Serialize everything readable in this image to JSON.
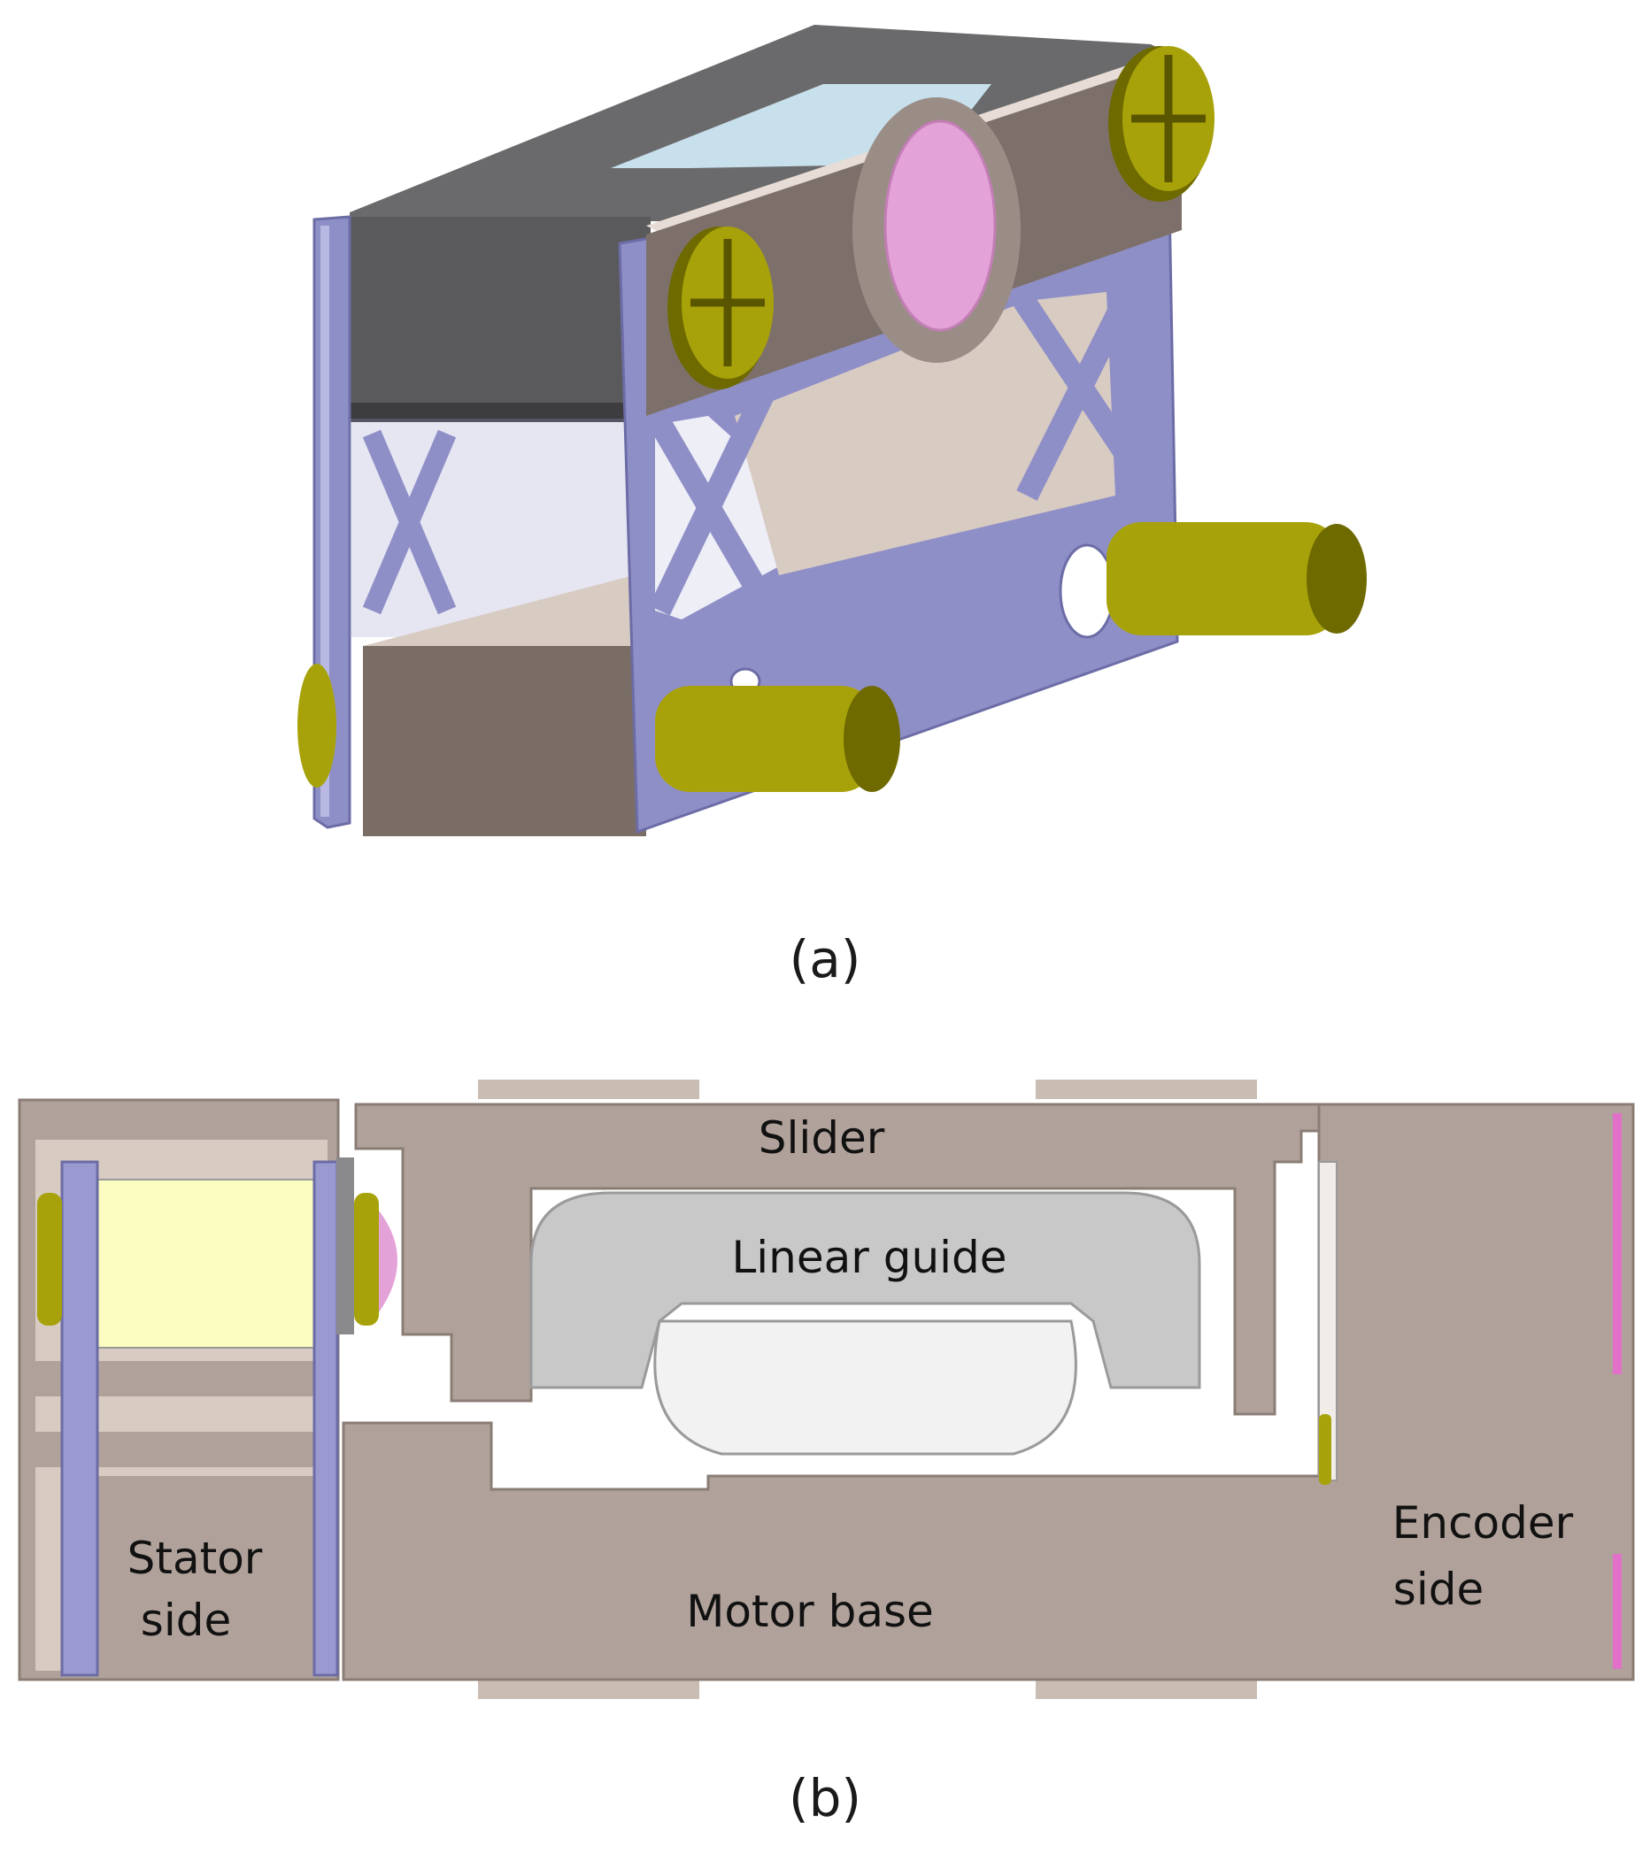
{
  "captions": {
    "a": "(a)",
    "b": "(b)"
  },
  "labels": {
    "slider": "Slider",
    "linear_guide": "Linear guide",
    "stator_side": [
      "Stator",
      "side"
    ],
    "motor_base": "Motor base",
    "encoder_side": [
      "Encoder",
      "side"
    ]
  },
  "colors": {
    "frame_purple": "#8f8fc8",
    "frame_purple_dark": "#6c6ca6",
    "taupe": "#b0a29a",
    "taupe_dark": "#7a6d66",
    "dark_grey": "#5a5a5c",
    "screw_olive": "#a8a20a",
    "lens_pink": "#e4a3d8",
    "guide_grey": "#c8c8c8",
    "stator_yellow": "#fafcc0",
    "encoder_strip": "#e070c8"
  }
}
